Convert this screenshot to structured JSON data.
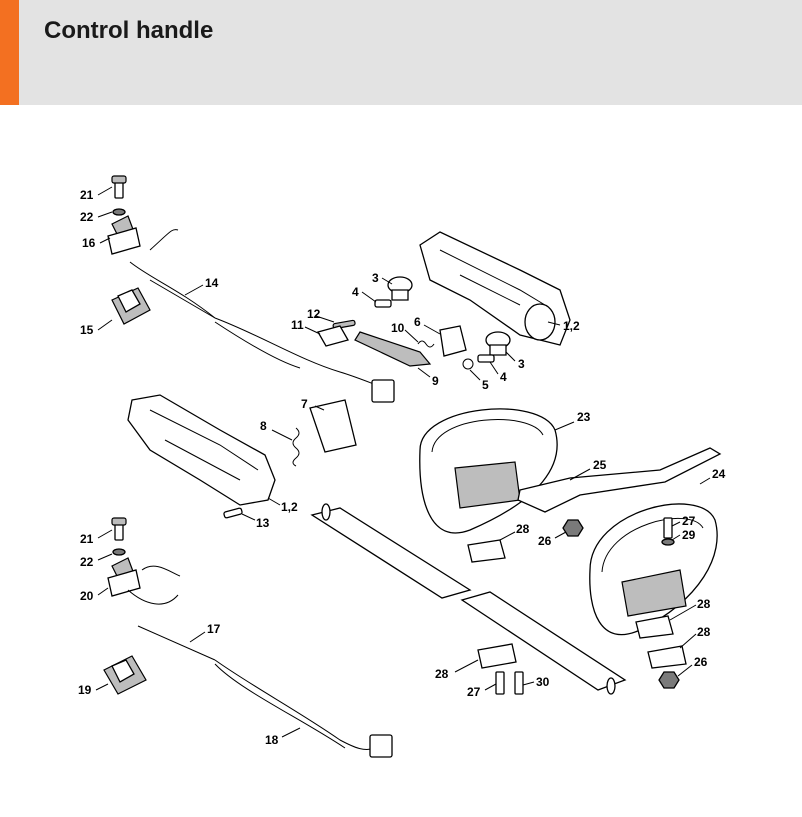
{
  "page": {
    "title": "Control handle"
  },
  "callouts": [
    {
      "num": "21"
    },
    {
      "num": "22"
    },
    {
      "num": "16"
    },
    {
      "num": "14"
    },
    {
      "num": "15"
    },
    {
      "num": "3"
    },
    {
      "num": "4"
    },
    {
      "num": "1,2"
    },
    {
      "num": "12"
    },
    {
      "num": "11"
    },
    {
      "num": "10"
    },
    {
      "num": "6"
    },
    {
      "num": "9"
    },
    {
      "num": "5"
    },
    {
      "num": "4"
    },
    {
      "num": "3"
    },
    {
      "num": "7"
    },
    {
      "num": "8"
    },
    {
      "num": "1,2"
    },
    {
      "num": "13"
    },
    {
      "num": "23"
    },
    {
      "num": "25"
    },
    {
      "num": "24"
    },
    {
      "num": "28"
    },
    {
      "num": "26"
    },
    {
      "num": "27"
    },
    {
      "num": "29"
    },
    {
      "num": "21"
    },
    {
      "num": "22"
    },
    {
      "num": "20"
    },
    {
      "num": "17"
    },
    {
      "num": "19"
    },
    {
      "num": "18"
    },
    {
      "num": "28"
    },
    {
      "num": "28"
    },
    {
      "num": "26"
    },
    {
      "num": "28"
    },
    {
      "num": "27"
    },
    {
      "num": "30"
    }
  ]
}
